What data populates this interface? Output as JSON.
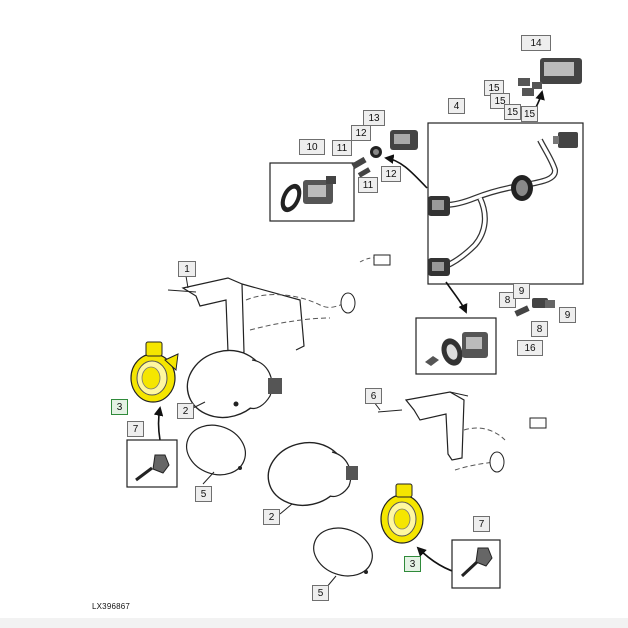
{
  "figure": {
    "image_code": "LX396867",
    "highlight_color": "#f5e600",
    "callout_highlight_color": "#2f8a3a"
  },
  "callouts": {
    "c1": "1",
    "c2a": "2",
    "c2b": "2",
    "c3a": "3",
    "c3b": "3",
    "c4": "4",
    "c5a": "5",
    "c5b": "5",
    "c6": "6",
    "c7a": "7",
    "c7b": "7",
    "c8a": "8",
    "c8b": "8",
    "c9a": "9",
    "c9b": "9",
    "c10": "10",
    "c11a": "11",
    "c11b": "11",
    "c12a": "12",
    "c12b": "12",
    "c13": "13",
    "c14": "14",
    "c15a": "15",
    "c15b": "15",
    "c15c": "15",
    "c15d": "15",
    "c16": "16"
  }
}
